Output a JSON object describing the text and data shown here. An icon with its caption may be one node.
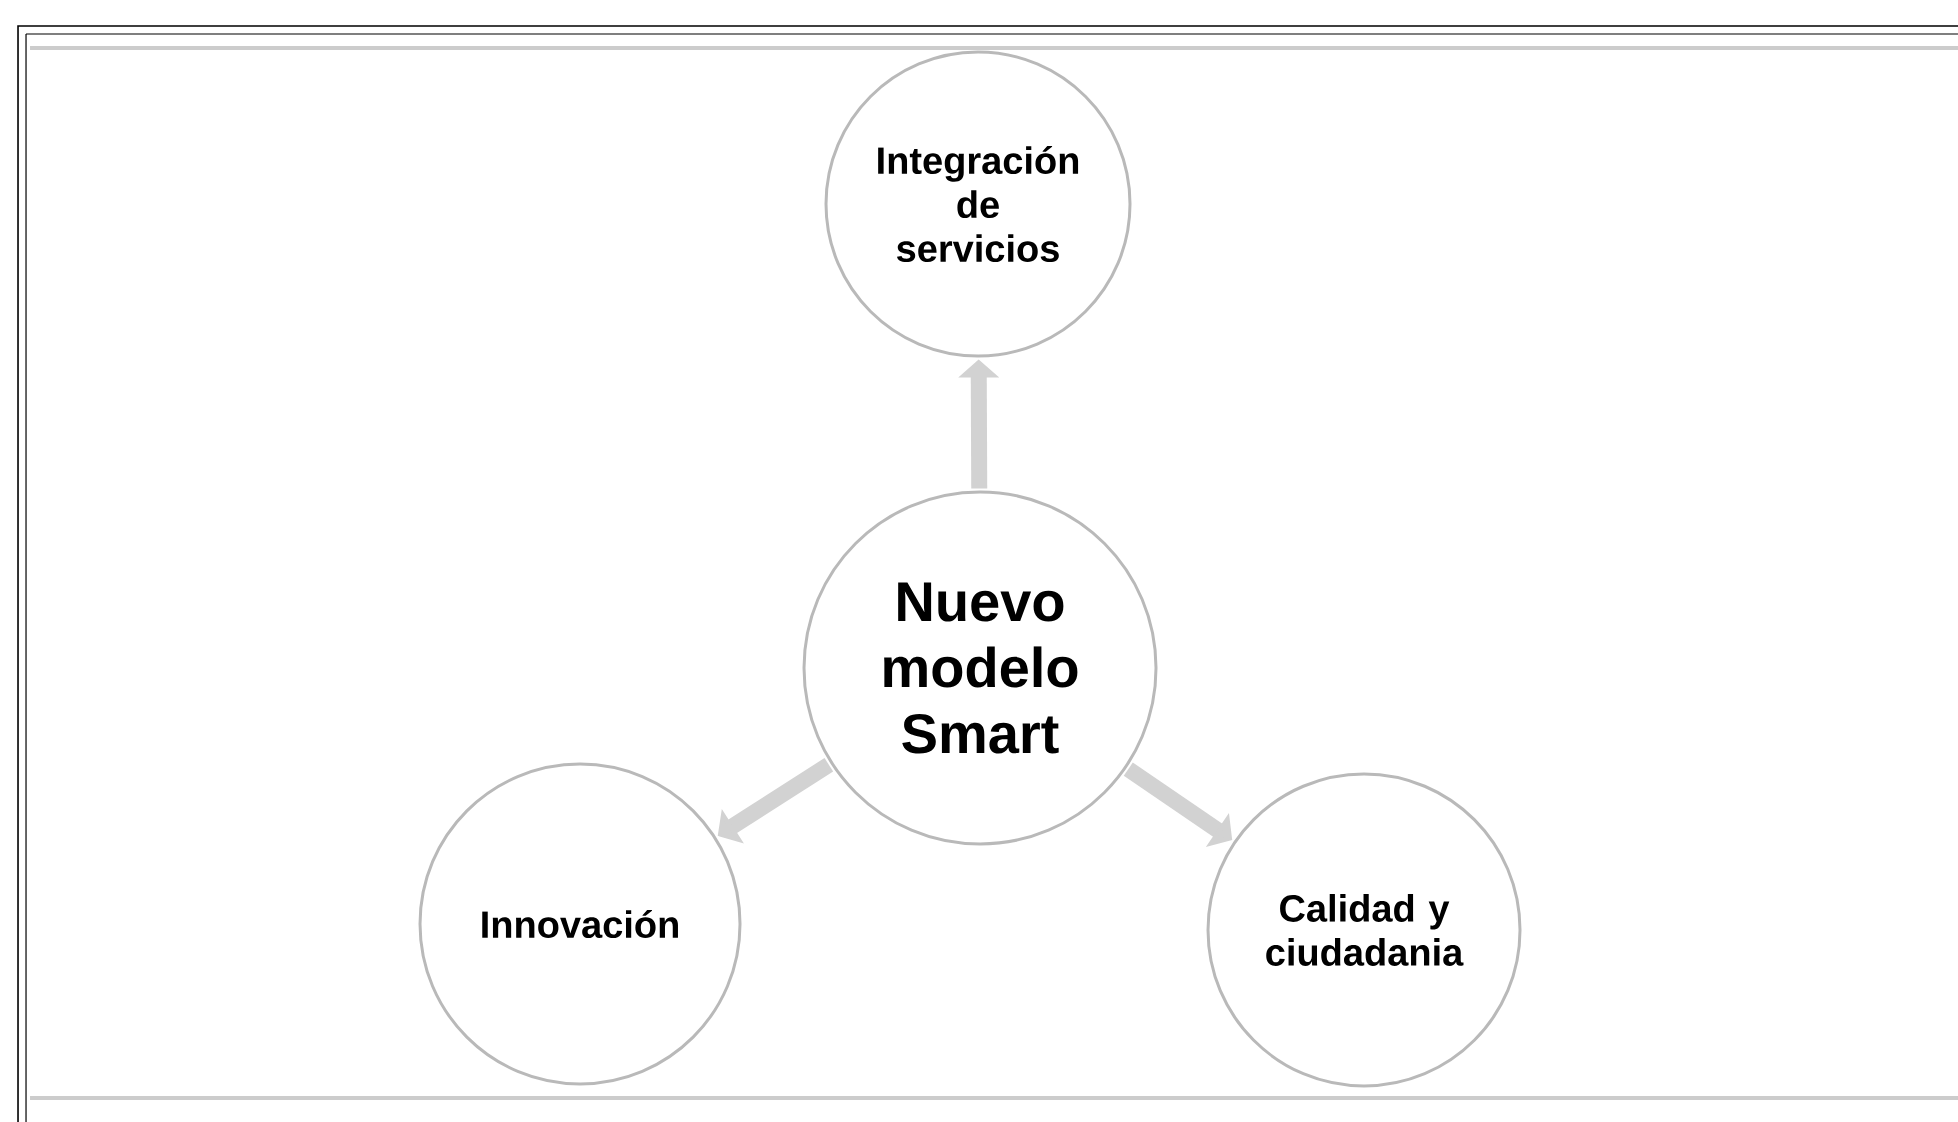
{
  "diagram": {
    "nodes": [
      {
        "text": [
          "Integración de servicios"
        ]
      },
      {
        "text": [
          "Nuevo modelo Smart"
        ]
      },
      {
        "text": [
          "Innovación"
        ]
      },
      {
        "text": [
          "Calidad y ciudadania"
        ]
      }
    ],
    "edges": [
      {
        "from": 1,
        "to": 0,
        "arrow": "to"
      },
      {
        "from": 1,
        "to": 2,
        "arrow": "to"
      },
      {
        "from": 1,
        "to": 3,
        "arrow": "to"
      }
    ]
  }
}
